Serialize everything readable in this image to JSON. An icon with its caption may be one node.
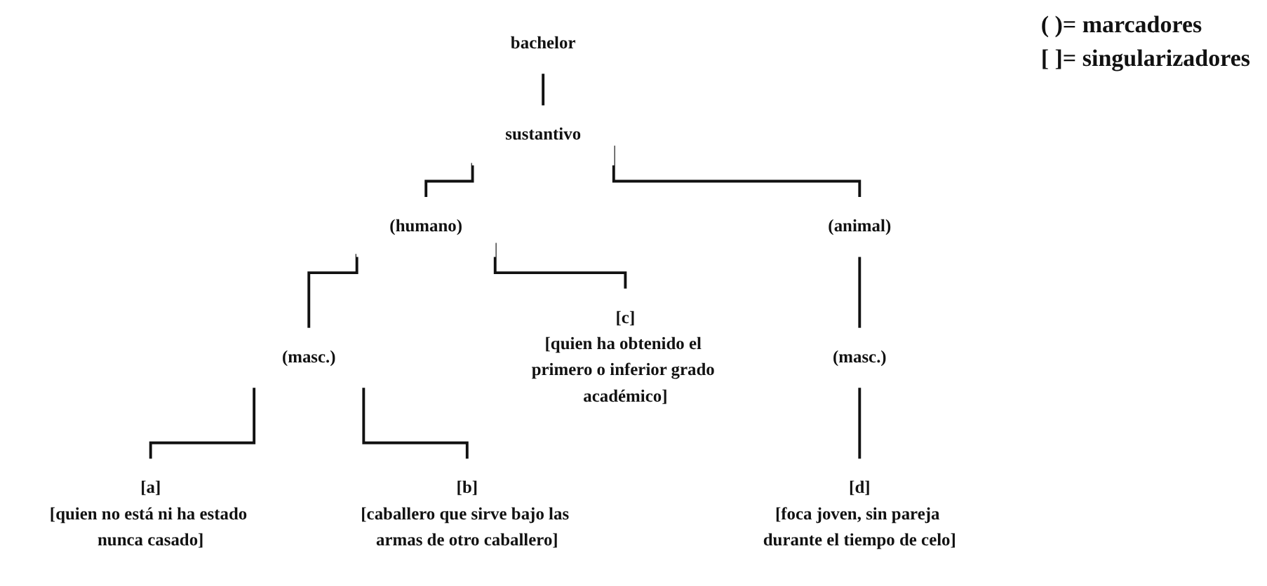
{
  "diagram": {
    "nodes": [
      {
        "text": [
          "bachelor"
        ]
      },
      {
        "text": [
          "sustantivo"
        ]
      },
      {
        "text": [
          "(humano)"
        ]
      },
      {
        "text": [
          "(animal)"
        ]
      },
      {
        "text": [
          "(masc.)"
        ]
      },
      {
        "text": [
          "[c]",
          "[quien ha obtenido el primero o inferior grado académico]"
        ]
      },
      {
        "text": [
          "(masc.)"
        ]
      },
      {
        "text": [
          "[d]",
          "[foca joven, sin pareja durante el tiempo de celo]"
        ]
      },
      {
        "text": [
          "[a]",
          "[quien no está ni ha estado nunca casado]"
        ]
      },
      {
        "text": [
          "[b]",
          "[caballero que sirve bajo las armas de otro caballero]"
        ]
      }
    ],
    "edges": [
      {
        "from": 0,
        "to": 1,
        "arrow": "none"
      },
      {
        "from": 1,
        "to": 2,
        "arrow": "none"
      },
      {
        "from": 1,
        "to": 3,
        "arrow": "none"
      },
      {
        "from": 2,
        "to": 4,
        "arrow": "none"
      },
      {
        "from": 2,
        "to": 5,
        "arrow": "none"
      },
      {
        "from": 3,
        "to": 6,
        "arrow": "none"
      },
      {
        "from": 6,
        "to": 7,
        "arrow": "none"
      },
      {
        "from": 4,
        "to": 8,
        "arrow": "none"
      },
      {
        "from": 4,
        "to": 9,
        "arrow": "none"
      }
    ],
    "labels": [
      "( )= marcadores",
      "[ ]= singularizadores"
    ]
  }
}
